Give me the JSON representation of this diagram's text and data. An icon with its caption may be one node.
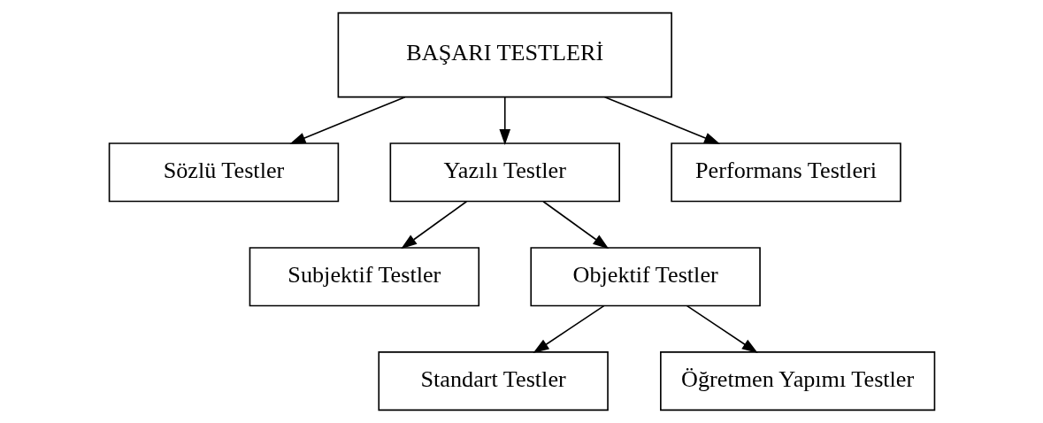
{
  "diagram": {
    "nodes": [
      {
        "text": [
          "BAŞARI TESTLERİ"
        ]
      },
      {
        "text": [
          "Sözlü Testler"
        ]
      },
      {
        "text": [
          "Yazılı Testler"
        ]
      },
      {
        "text": [
          "Performans Testleri"
        ]
      },
      {
        "text": [
          "Subjektif Testler"
        ]
      },
      {
        "text": [
          "Objektif Testler"
        ]
      },
      {
        "text": [
          "Standart Testler"
        ]
      },
      {
        "text": [
          "Öğretmen Yapımı Testler"
        ]
      }
    ],
    "edges": [
      {
        "from": 0,
        "to": 1,
        "arrow": "to"
      },
      {
        "from": 0,
        "to": 2,
        "arrow": "to"
      },
      {
        "from": 0,
        "to": 3,
        "arrow": "to"
      },
      {
        "from": 2,
        "to": 4,
        "arrow": "to"
      },
      {
        "from": 2,
        "to": 5,
        "arrow": "to"
      },
      {
        "from": 5,
        "to": 6,
        "arrow": "to"
      },
      {
        "from": 5,
        "to": 7,
        "arrow": "to"
      }
    ]
  }
}
